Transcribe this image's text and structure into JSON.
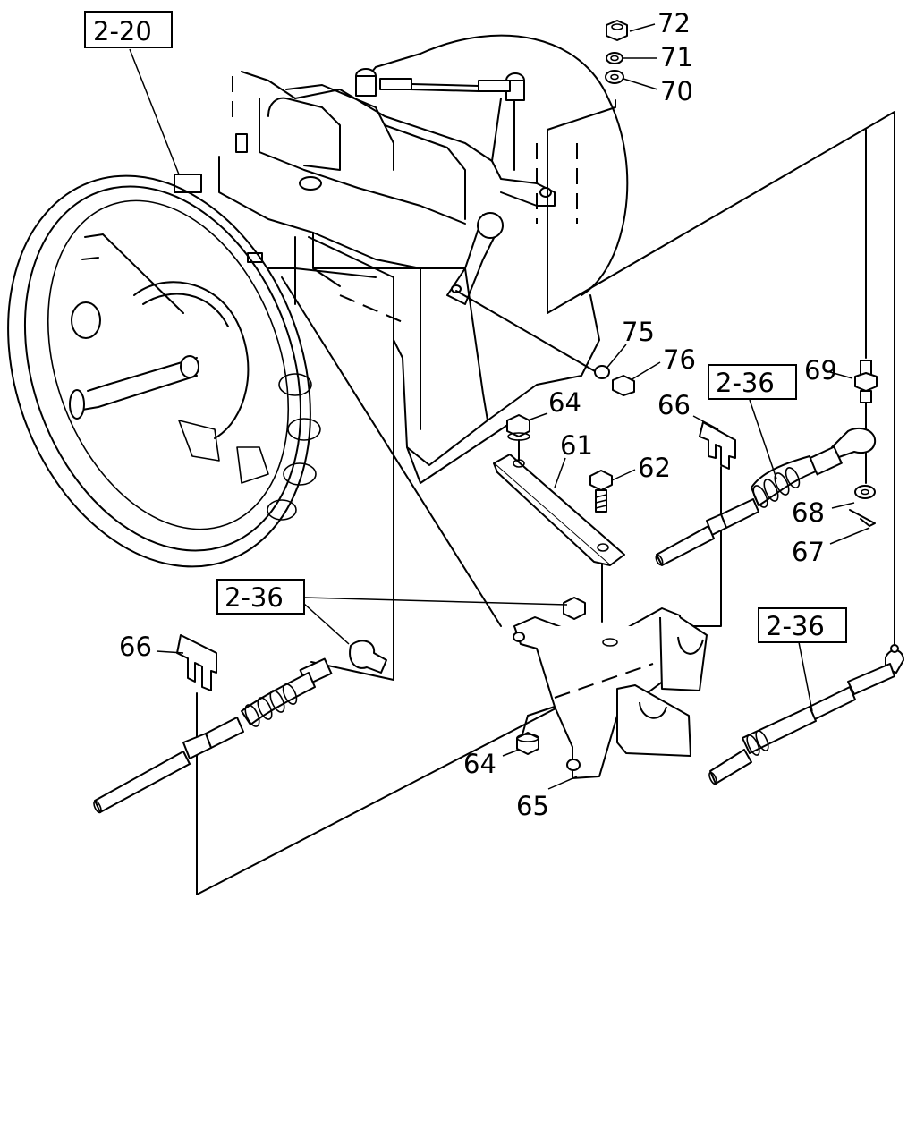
{
  "section_refs": {
    "top_left": "2-20",
    "right_upper": "2-36",
    "left_mid": "2-36",
    "right_lower": "2-36"
  },
  "callouts": {
    "n72": "72",
    "n71": "71",
    "n70": "70",
    "n75": "75",
    "n76": "76",
    "n69": "69",
    "n64_top": "64",
    "n66_right": "66",
    "n61": "61",
    "n62": "62",
    "n68": "68",
    "n67": "67",
    "n66_left": "66",
    "n64_bottom": "64",
    "n65": "65"
  },
  "icons": [
    "transmission-housing-drawing",
    "flywheel-drawing",
    "shift-cable-drawing",
    "select-cable-drawing",
    "cable-bracket-drawing",
    "cable-clip-drawing",
    "nut-drawing",
    "washer-drawing",
    "bolt-drawing",
    "stud-drawing",
    "cotter-pin-drawing"
  ]
}
